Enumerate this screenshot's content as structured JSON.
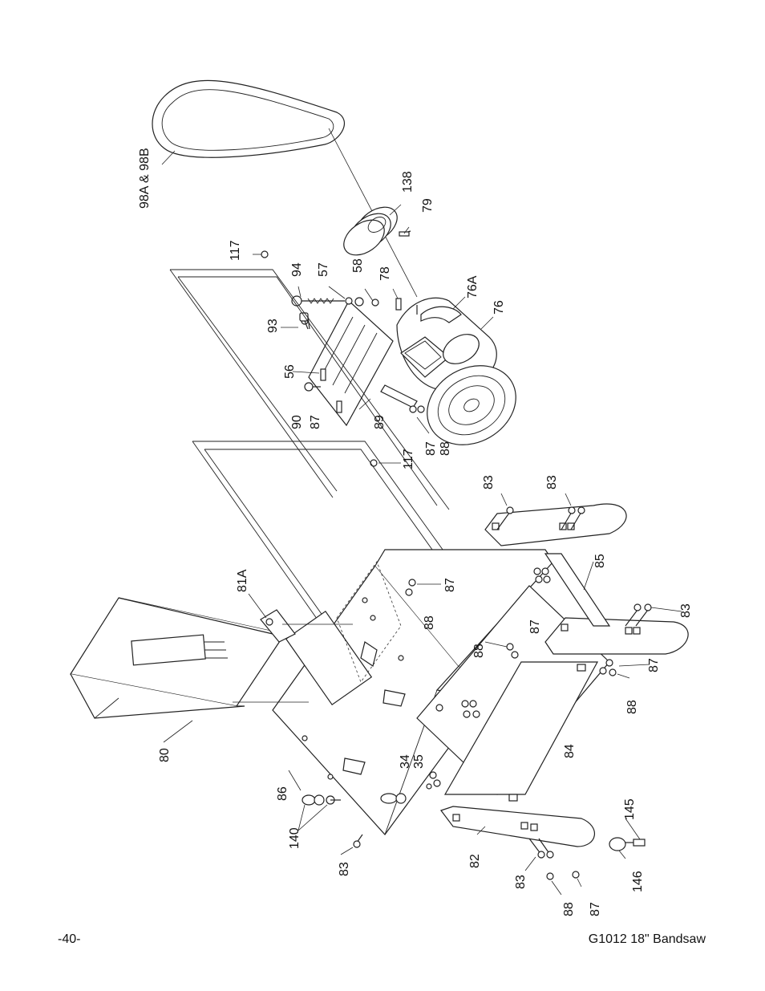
{
  "footer": {
    "page_number": "-40-",
    "manual_title": "G1012 18\" Bandsaw"
  },
  "callouts": {
    "c98ab": "98A & 98B",
    "c138": "138",
    "c79": "79",
    "c117a": "117",
    "c94": "94",
    "c57": "57",
    "c58": "58",
    "c78": "78",
    "c76a": "76A",
    "c76": "76",
    "c93": "93",
    "c56": "56",
    "c90": "90",
    "c87a": "87",
    "c89": "89",
    "c87b": "87",
    "c88a": "88",
    "c117b": "117",
    "c83a": "83",
    "c83b": "83",
    "c85": "85",
    "c81a": "81A",
    "c87c": "87",
    "c88b": "88",
    "c83c": "83",
    "c88c": "88",
    "c87d": "87",
    "c87e": "87",
    "c88d": "88",
    "c80": "80",
    "c84": "84",
    "c34": "34",
    "c35": "35",
    "c86": "86",
    "c145": "145",
    "c140": "140",
    "c146": "146",
    "c83d": "83",
    "c82": "82",
    "c83e": "83",
    "c88e": "88",
    "c87f": "87"
  },
  "colors": {
    "ink": "#222222",
    "paper": "#ffffff",
    "shade": "#e8e8e8"
  }
}
